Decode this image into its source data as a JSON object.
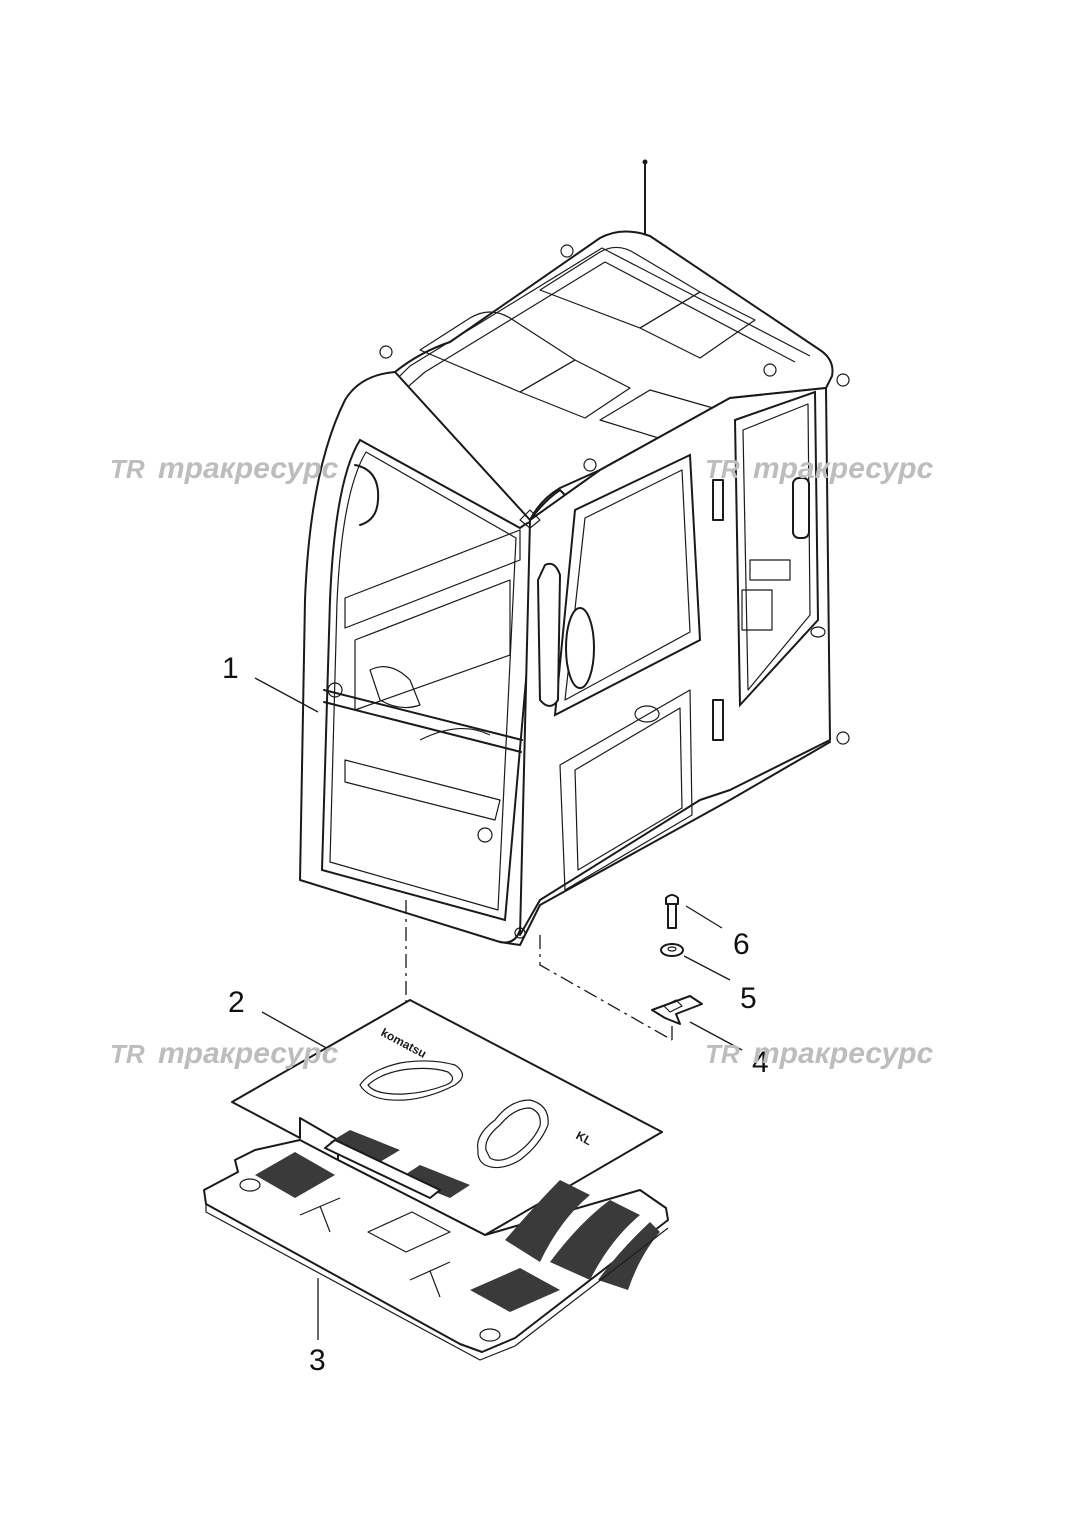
{
  "diagram": {
    "callouts": [
      {
        "id": "1",
        "label": "1"
      },
      {
        "id": "2",
        "label": "2"
      },
      {
        "id": "3",
        "label": "3"
      },
      {
        "id": "4",
        "label": "4"
      },
      {
        "id": "5",
        "label": "5"
      },
      {
        "id": "6",
        "label": "6"
      }
    ],
    "watermark": {
      "mark": "TR",
      "text": "тракресурс"
    },
    "colors": {
      "line": "#1a1a1a",
      "watermark": "#bdbdbd",
      "background": "#ffffff"
    }
  }
}
